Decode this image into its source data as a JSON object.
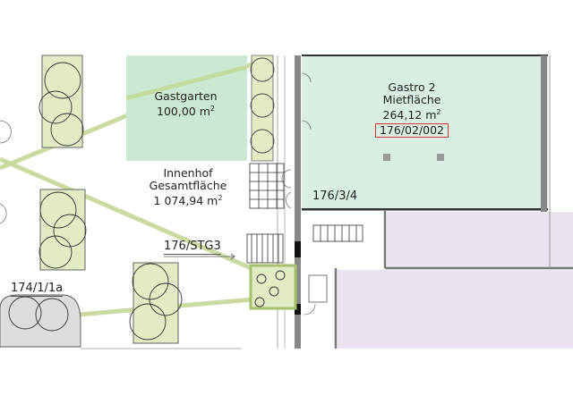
{
  "rooms": {
    "gastgarten": {
      "name": "Gastgarten",
      "area": "100,00 m",
      "unit_sup": "2"
    },
    "innenhof": {
      "name": "Innenhof",
      "subtitle": "Gesamtfläche",
      "area": "1 074,94 m",
      "unit_sup": "2"
    },
    "gastro2": {
      "name": "Gastro 2",
      "subtitle": "Mietfläche",
      "area": "264,12 m",
      "unit_sup": "2",
      "id": "176/02/002"
    }
  },
  "plot_labels": {
    "door_ref": "176/3/4",
    "stair_ref": "176/STG3",
    "parcel_ref": "174/1/1a"
  },
  "colors": {
    "gastro": "#d8efe2",
    "gastgarten": "#cbe8d2",
    "rental_purple": "#ebe2ef",
    "path_green": "#c9db9f",
    "tree_fill": "#e2ecc4",
    "highlight_red": "#d23a3a"
  }
}
